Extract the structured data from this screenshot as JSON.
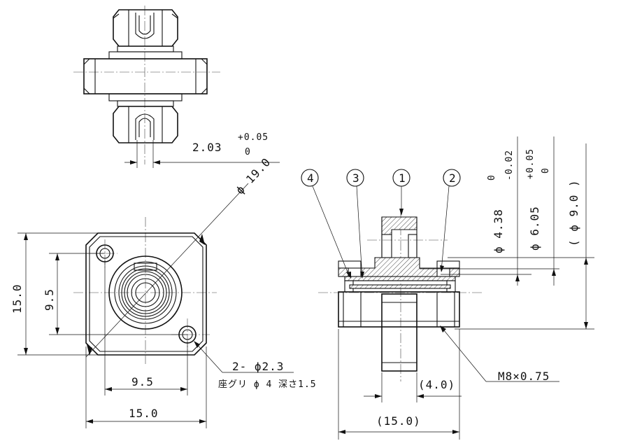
{
  "dims": {
    "shaft_width": "2.03",
    "shaft_tol_upper": "+0.05",
    "shaft_tol_lower": "0",
    "flange_diag": "ϕ 19.0",
    "height_outer": "15.0",
    "hole_pitch_v": "9.5",
    "hole_pitch_h": "9.5",
    "width_outer": "15.0",
    "holes_callout": "2- ϕ2.3",
    "counterbore_note": "座グリ ϕ 4  深さ1.5",
    "dia_438": "ϕ 4.38",
    "dia_438_tol_upper": "0",
    "dia_438_tol_lower": "-0.02",
    "dia_605": "ϕ 6.05",
    "dia_605_tol_upper": "+0.05",
    "dia_605_tol_lower": "0",
    "dia_9_ref": "( ϕ 9.0 )",
    "thread": "M8×0.75",
    "ref_4": "(4.0)",
    "ref_15": "(15.0)"
  },
  "balloons": [
    "4",
    "3",
    "1",
    "2"
  ]
}
